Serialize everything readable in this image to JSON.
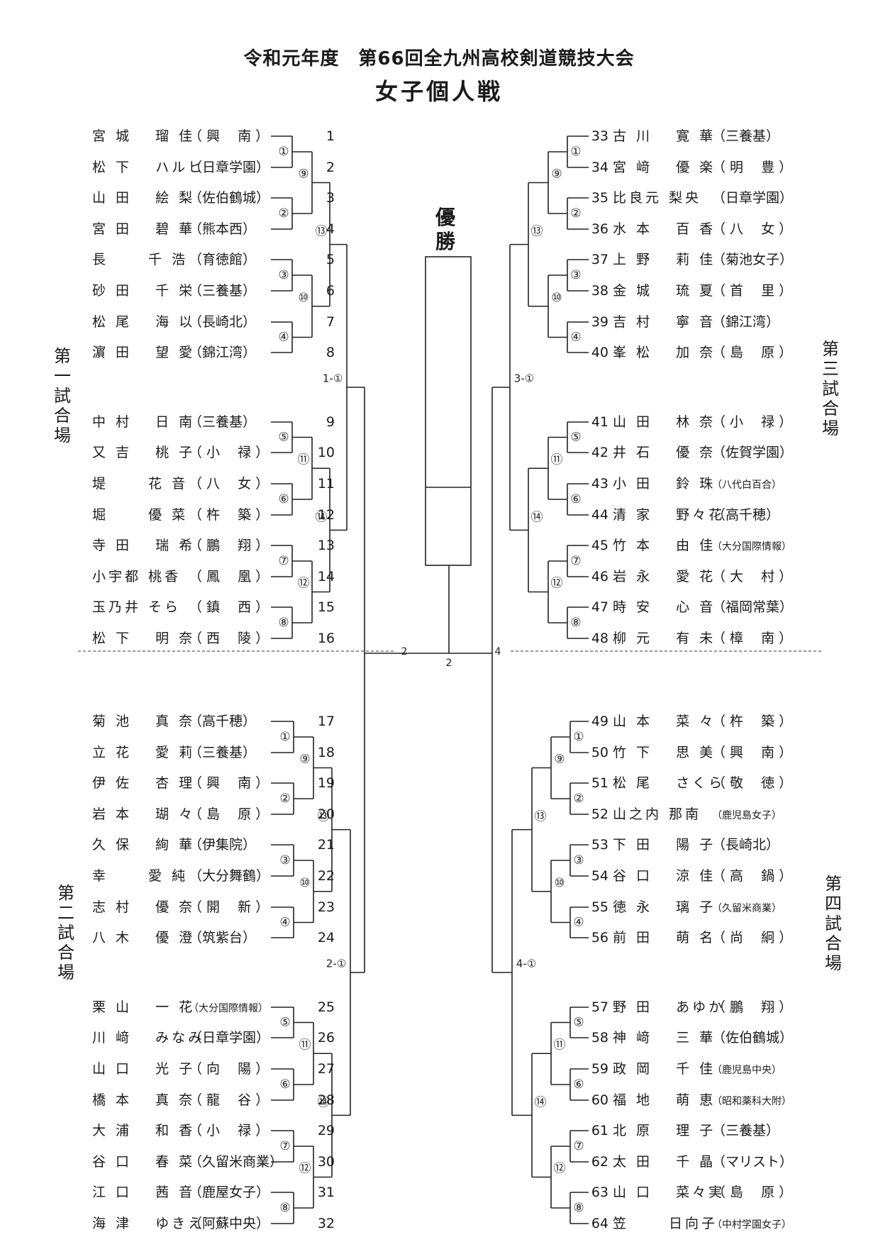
{
  "title": "令和元年度　第66回全九州高校剣道競技大会",
  "subtitle": "女子個人戦",
  "champion_label": "優勝",
  "venues": [
    "第一試合場",
    "第二試合場",
    "第三試合場",
    "第四試合場"
  ],
  "left_entries": [
    {
      "no": "1",
      "name": "宮 城 　瑠 佳",
      "school": "（ 興 　南 ）"
    },
    {
      "no": "2",
      "name": "松 下 　ハルヒ",
      "school": "（日章学園）"
    },
    {
      "no": "3",
      "name": "山 田 　絵 梨",
      "school": "（佐伯鶴城）"
    },
    {
      "no": "4",
      "name": "宮 田 　碧 華",
      "school": "（熊本西）"
    },
    {
      "no": "5",
      "name": "長 　　千 浩",
      "school": "（育徳館）"
    },
    {
      "no": "6",
      "name": "砂 田 　千 栄",
      "school": "（三養基）"
    },
    {
      "no": "7",
      "name": "松 尾 　海 以",
      "school": "（長崎北）"
    },
    {
      "no": "8",
      "name": "濵 田 　望 愛",
      "school": "（錦江湾）"
    },
    {
      "no": "9",
      "name": "中 村 　日 南",
      "school": "（三養基）"
    },
    {
      "no": "10",
      "name": "又 吉 　桃 子",
      "school": "（ 小 　禄 ）"
    },
    {
      "no": "11",
      "name": "堤 　　花 音",
      "school": "（ 八 　女 ）"
    },
    {
      "no": "12",
      "name": "堀 　　優 菜",
      "school": "（ 杵 　築 ）"
    },
    {
      "no": "13",
      "name": "寺 田 　瑞 希",
      "school": "（ 鵬 　翔 ）"
    },
    {
      "no": "14",
      "name": "小宇都 桃香",
      "school": "（ 鳳 　凰 ）"
    },
    {
      "no": "15",
      "name": "玉乃井 そら",
      "school": "（ 鎮 　西 ）"
    },
    {
      "no": "16",
      "name": "松 下 　明 奈",
      "school": "（ 西 　陵 ）"
    },
    {
      "no": "17",
      "name": "菊 池 　真 奈",
      "school": "（高千穂）"
    },
    {
      "no": "18",
      "name": "立 花 　愛 莉",
      "school": "（三養基）"
    },
    {
      "no": "19",
      "name": "伊 佐 　杏 理",
      "school": "（ 興 　南 ）"
    },
    {
      "no": "20",
      "name": "岩 本 　瑚 々",
      "school": "（ 島 　原 ）"
    },
    {
      "no": "21",
      "name": "久 保 　絢 華",
      "school": "（伊集院）"
    },
    {
      "no": "22",
      "name": "幸 　　愛 純",
      "school": "（大分舞鶴）"
    },
    {
      "no": "23",
      "name": "志 村 　優 奈",
      "school": "（ 開 　新 ）"
    },
    {
      "no": "24",
      "name": "八 木 　優 澄",
      "school": "（筑紫台）"
    },
    {
      "no": "25",
      "name": "栗 山 　一 花",
      "school": "（大分国際情報）",
      "small": true
    },
    {
      "no": "26",
      "name": "川 﨑 　みなみ",
      "school": "（日章学園）"
    },
    {
      "no": "27",
      "name": "山 口 　光 子",
      "school": "（ 向 　陽 ）"
    },
    {
      "no": "28",
      "name": "橋 本 　真 奈",
      "school": "（ 龍 　谷 ）"
    },
    {
      "no": "29",
      "name": "大 浦 　和 香",
      "school": "（ 小 　禄 ）"
    },
    {
      "no": "30",
      "name": "谷 口 　春 菜",
      "school": "（久留米商業）"
    },
    {
      "no": "31",
      "name": "江 口 　茜 音",
      "school": "（鹿屋女子）"
    },
    {
      "no": "32",
      "name": "海 津 　ゆきえ",
      "school": "（阿蘇中央）"
    }
  ],
  "right_entries": [
    {
      "no": "33",
      "name": "古 川 　寛 華",
      "school": "（三養基）"
    },
    {
      "no": "34",
      "name": "宮 﨑 　優 楽",
      "school": "（ 明 　豊 ）"
    },
    {
      "no": "35",
      "name": "比良元 梨央",
      "school": "（日章学園）"
    },
    {
      "no": "36",
      "name": "水 本 　百 香",
      "school": "（ 八 　女 ）"
    },
    {
      "no": "37",
      "name": "上 野 　莉 佳",
      "school": "（菊池女子）"
    },
    {
      "no": "38",
      "name": "金 城 　琉 夏",
      "school": "（ 首 　里 ）"
    },
    {
      "no": "39",
      "name": "吉 村 　寧 音",
      "school": "（錦江湾）"
    },
    {
      "no": "40",
      "name": "峯 松 　加 奈",
      "school": "（ 島 　原 ）"
    },
    {
      "no": "41",
      "name": "山 田 　林 奈",
      "school": "（ 小 　禄 ）"
    },
    {
      "no": "42",
      "name": "井 石 　優 奈",
      "school": "（佐賀学園）"
    },
    {
      "no": "43",
      "name": "小 田 　鈴 珠",
      "school": "（八代白百合）",
      "small": true
    },
    {
      "no": "44",
      "name": "清 家 　野々花",
      "school": "（高千穂）"
    },
    {
      "no": "45",
      "name": "竹 本 　由 佳",
      "school": "（大分国際情報）",
      "small": true
    },
    {
      "no": "46",
      "name": "岩 永 　愛 花",
      "school": "（ 大 　村 ）"
    },
    {
      "no": "47",
      "name": "時 安 　心 音",
      "school": "（福岡常葉）"
    },
    {
      "no": "48",
      "name": "柳 元 　有 未",
      "school": "（ 樟 　南 ）"
    },
    {
      "no": "49",
      "name": "山 本 　菜 々",
      "school": "（ 杵 　築 ）"
    },
    {
      "no": "50",
      "name": "竹 下 　思 美",
      "school": "（ 興 　南 ）"
    },
    {
      "no": "51",
      "name": "松 尾 　さくら",
      "school": "（ 敬 　徳 ）"
    },
    {
      "no": "52",
      "name": "山之内 那南",
      "school": "（鹿児島女子）",
      "small": true
    },
    {
      "no": "53",
      "name": "下 田 　陽 子",
      "school": "（長崎北）"
    },
    {
      "no": "54",
      "name": "谷 口 　涼 佳",
      "school": "（ 高 　鍋 ）"
    },
    {
      "no": "55",
      "name": "徳 永 　璃 子",
      "school": "（久留米商業）",
      "small": true
    },
    {
      "no": "56",
      "name": "前 田 　萌 名",
      "school": "（ 尚 　絅 ）"
    },
    {
      "no": "57",
      "name": "野 田 　あゆか",
      "school": "（ 鵬 　翔 ）"
    },
    {
      "no": "58",
      "name": "神 﨑 　三 華",
      "school": "（佐伯鶴城）"
    },
    {
      "no": "59",
      "name": "政 岡 　千 佳",
      "school": "（鹿児島中央）",
      "small": true
    },
    {
      "no": "60",
      "name": "福 地 　萌 恵",
      "school": "（昭和薬科大附）",
      "small": true
    },
    {
      "no": "61",
      "name": "北 原 　理 子",
      "school": "（三養基）"
    },
    {
      "no": "62",
      "name": "太 田 　千 晶",
      "school": "（マリスト）"
    },
    {
      "no": "63",
      "name": "山 口 　菜々実",
      "school": "（ 島 　原 ）"
    },
    {
      "no": "64",
      "name": "笠 　　日向子",
      "school": "（中村学園女子）",
      "small": true
    }
  ],
  "bracket_labels": {
    "r1": [
      "①",
      "②",
      "③",
      "④",
      "⑤",
      "⑥",
      "⑦",
      "⑧"
    ],
    "r2": [
      "⑨",
      "⑩",
      "⑪",
      "⑫"
    ],
    "r3": [
      "⑬",
      "⑭"
    ],
    "block": [
      "1-①",
      "2-①",
      "3-①",
      "4-①"
    ],
    "semi": [
      "2",
      "4"
    ],
    "final": "2"
  }
}
